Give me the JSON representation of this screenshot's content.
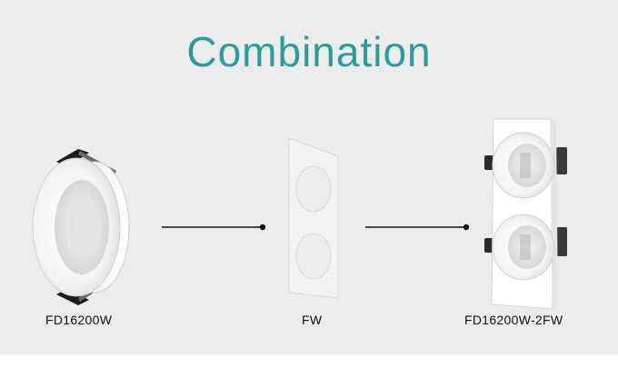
{
  "title": "Combination",
  "colors": {
    "title": "#2a9d9a",
    "background": "#ececec",
    "connector": "#111111"
  },
  "products": [
    {
      "label": "FD16200W",
      "icon": "round-downlight-ring-icon"
    },
    {
      "label": "FW",
      "icon": "double-square-frame-icon"
    },
    {
      "label": "FD16200W-2FW",
      "icon": "double-downlight-assembly-icon"
    }
  ]
}
